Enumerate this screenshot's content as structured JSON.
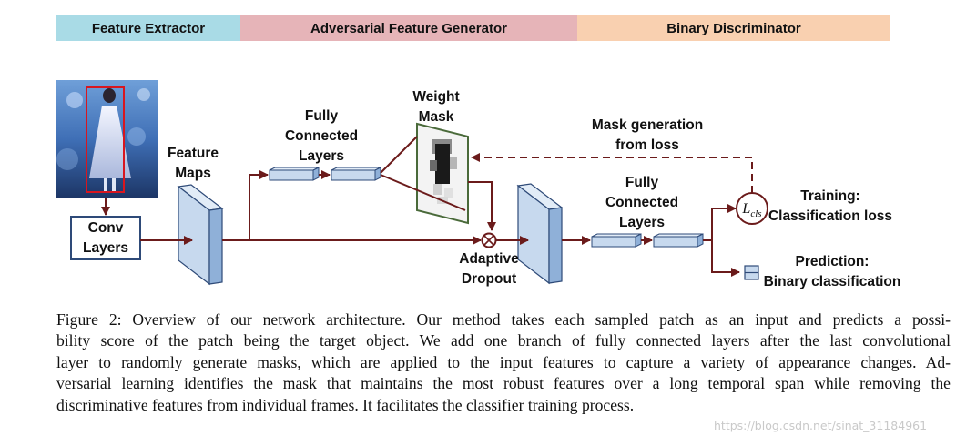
{
  "header": {
    "band_feature_extractor": "Feature Extractor",
    "band_generator": "Adversarial Feature Generator",
    "band_discriminator": "Binary Discriminator",
    "colors": {
      "extractor": "#a9dbe6",
      "generator": "#e6b4b8",
      "discriminator": "#f9d0b0"
    }
  },
  "diagram": {
    "conv_layers": [
      "Conv",
      "Layers"
    ],
    "feature_maps": [
      "Feature",
      "Maps"
    ],
    "fc_generator": [
      "Fully",
      "Connected",
      "Layers"
    ],
    "weight_mask": [
      "Weight",
      "Mask"
    ],
    "mask_generation": [
      "Mask generation",
      "from loss"
    ],
    "fc_discriminator": [
      "Fully",
      "Connected",
      "Layers"
    ],
    "adaptive_dropout": [
      "Adaptive",
      "Dropout"
    ],
    "loss_symbol": "L",
    "loss_subscript": "cls",
    "training": [
      "Training:",
      "Classification loss"
    ],
    "prediction": [
      "Prediction:",
      "Binary classification"
    ],
    "colors": {
      "arrow": "#6b1b1b",
      "box_fill": "#c7d9ee",
      "box_stroke": "#2e4a78",
      "mask_border": "#4a6a3a"
    }
  },
  "caption": {
    "lines": [
      "Figure 2: Overview of our network architecture. Our method takes each sampled patch as an input and predicts a possi-",
      "bility score of the patch being the target object. We add one branch of fully connected layers after the last convolutional",
      "layer to randomly generate masks, which are applied to the input features to capture a variety of appearance changes. Ad-",
      "versarial learning identifies the mask that maintains the most robust features over a long temporal span while removing the",
      "discriminative features from individual frames. It facilitates the classifier training process."
    ]
  },
  "watermark": "https://blog.csdn.net/sinat_31184961"
}
